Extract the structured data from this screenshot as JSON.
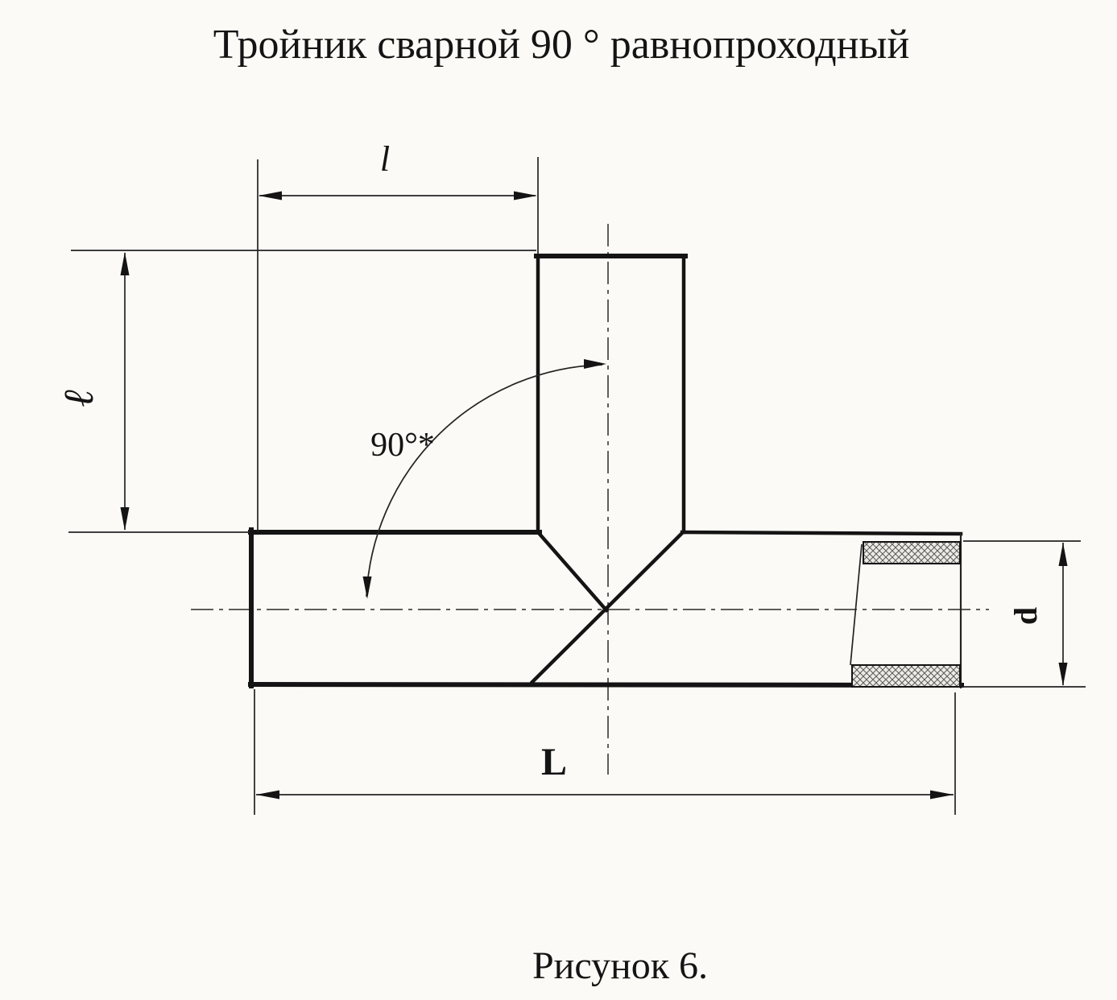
{
  "title": "Тройник сварной 90 ° равнопроходный",
  "caption": "Рисунок 6.",
  "labels": {
    "branch_length_top": "l",
    "branch_length_left": "ℓ",
    "angle": "90°*",
    "diameter": "d",
    "overall_length": "L"
  },
  "drawing": {
    "subject": "welded 90-degree equal-bore tee pipe fitting",
    "view": "front section with broken-out wall section at right end"
  },
  "colors": {
    "ink": "#141414",
    "paper": "#fbfaf6",
    "hatch_fill": "#edebe6"
  }
}
